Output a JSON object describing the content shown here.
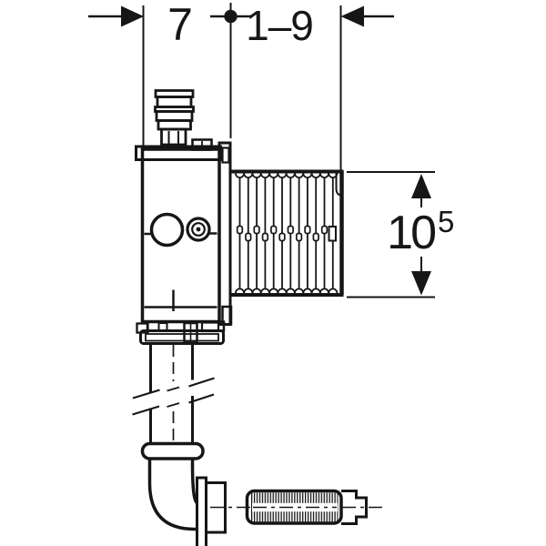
{
  "diagram": {
    "type": "technical-installation-drawing",
    "subject": "concealed flush valve with protection sleeve, flush bend and outlet connector",
    "background_color": "#ffffff",
    "line_color": "#161616",
    "dimensions": {
      "depth": "7",
      "installation_range": "1–9",
      "height": "10",
      "height_superscript": "5"
    }
  }
}
